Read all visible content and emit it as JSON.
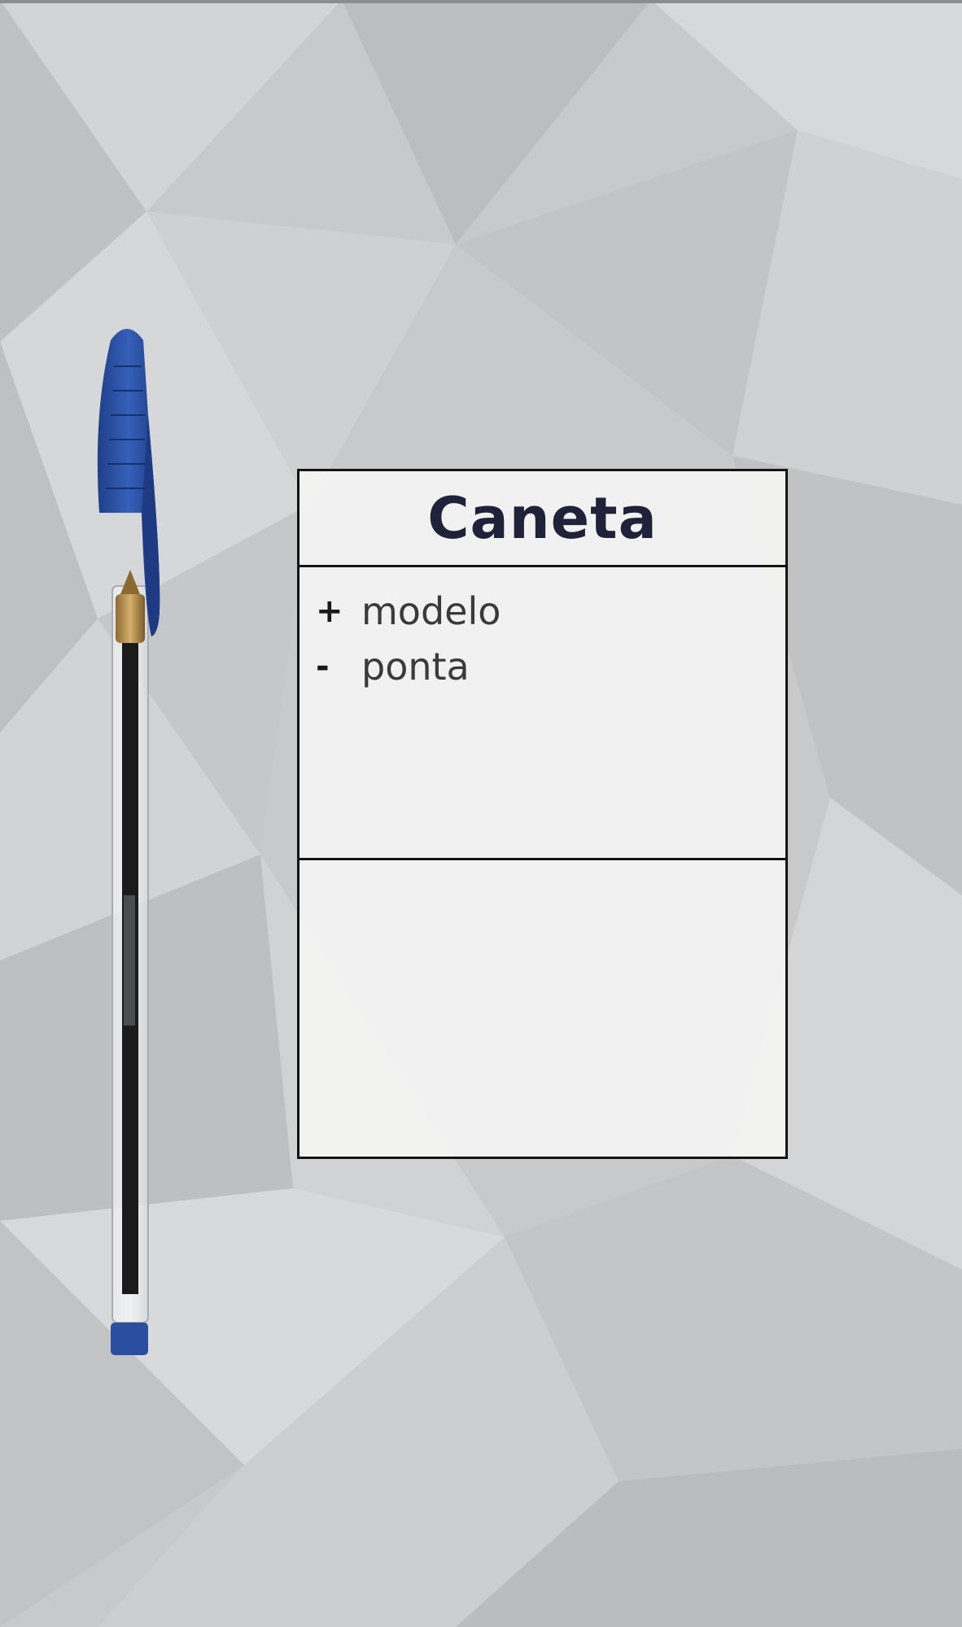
{
  "uml_class": {
    "name": "Caneta",
    "attributes": [
      {
        "visibility": "+",
        "name": "modelo"
      },
      {
        "visibility": "-",
        "name": "ponta"
      }
    ],
    "methods": []
  },
  "illustration": {
    "object": "pen-icon",
    "cap_color": "#2b4fa0",
    "ink_color": "#1b1b1b"
  },
  "colors": {
    "border": "#141414",
    "title": "#1f2238",
    "background": "#c9cacc"
  }
}
